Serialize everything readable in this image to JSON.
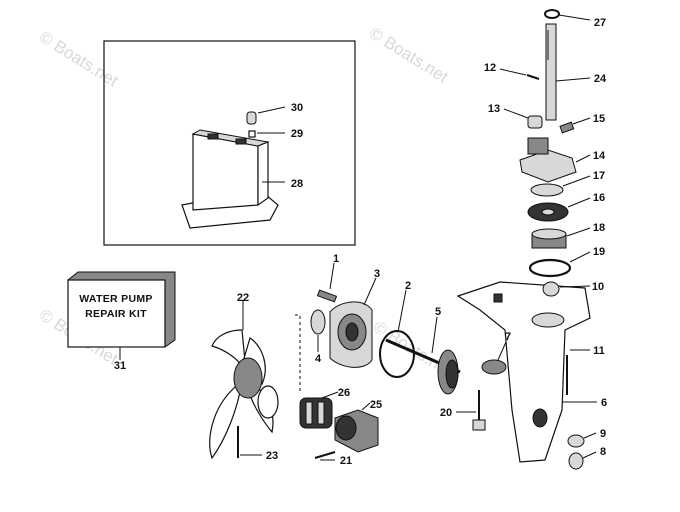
{
  "watermark": "© Boats.net",
  "kit_box": {
    "line1": "WATER PUMP",
    "line2": "REPAIR KIT"
  },
  "labels": {
    "p1": "1",
    "p2": "2",
    "p3": "3",
    "p4": "4",
    "p5": "5",
    "p6": "6",
    "p7": "7",
    "p8": "8",
    "p9": "9",
    "p10": "10",
    "p11": "11",
    "p12": "12",
    "p13": "13",
    "p14": "14",
    "p15": "15",
    "p16": "16",
    "p17": "17",
    "p18": "18",
    "p19": "19",
    "p20": "20",
    "p21": "21",
    "p22": "22",
    "p23": "23",
    "p24": "24",
    "p25": "25",
    "p26": "26",
    "p27": "27",
    "p28": "28",
    "p29": "29",
    "p30": "30",
    "p31": "31"
  }
}
